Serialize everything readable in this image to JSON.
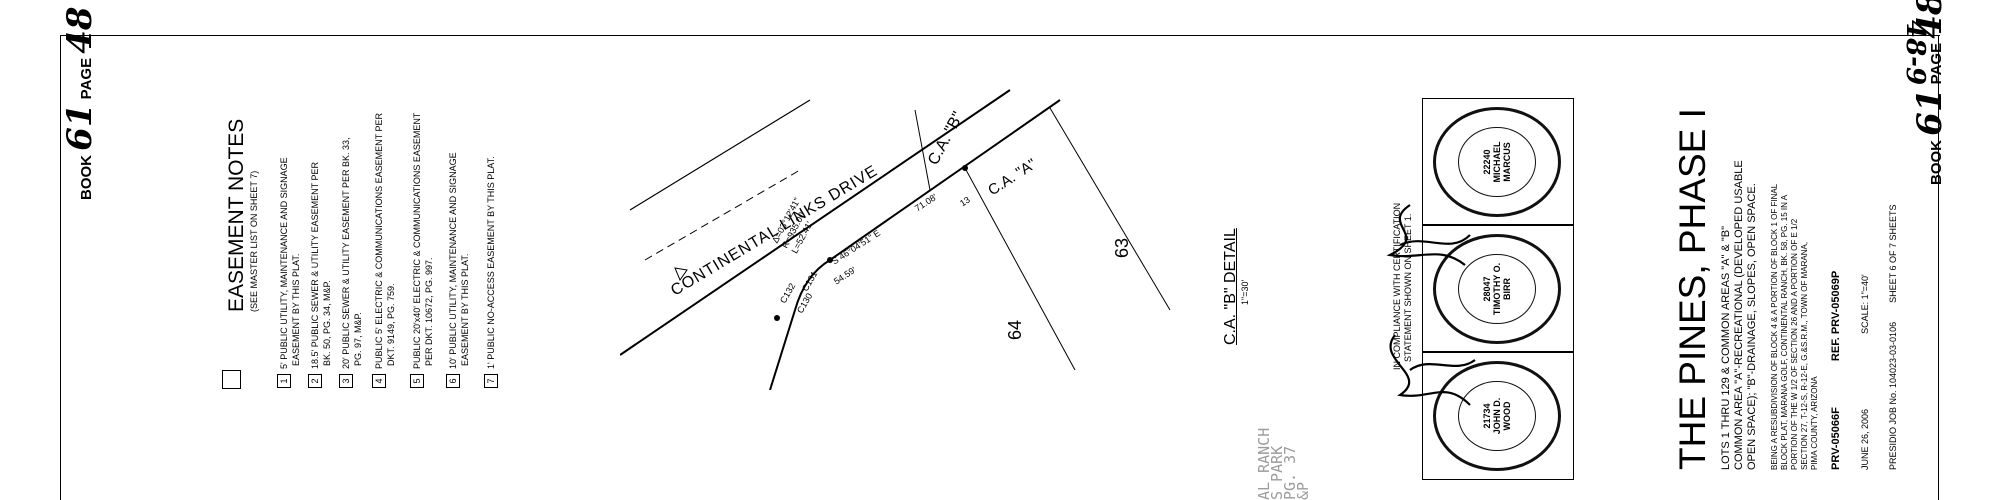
{
  "book_left": {
    "book_label": "BOOK",
    "book_no": "61",
    "page_label": "PAGE",
    "page_no": "48"
  },
  "book_right": {
    "book_label": "BOOK",
    "book_no": "61",
    "page_label": "PAGE",
    "page_no": "48"
  },
  "corner_handwriting": "48-9",
  "easement": {
    "title": "EASEMENT NOTES",
    "subtitle": "(SEE MASTER LIST ON SHEET 7)",
    "notes": [
      {
        "num": "1",
        "lines": [
          "5' PUBLIC UTILITY, MAINTENANCE AND SIGNAGE",
          "EASEMENT BY THIS PLAT."
        ]
      },
      {
        "num": "2",
        "lines": [
          "18.5' PUBLIC SEWER & UTILITY EASEMENT PER",
          "BK. 50, PG. 34, M&P."
        ]
      },
      {
        "num": "3",
        "lines": [
          "20' PUBLIC SEWER & UTILITY EASEMENT PER BK. 33,",
          "PG. 97, M&P."
        ]
      },
      {
        "num": "4",
        "lines": [
          "PUBLIC 5' ELECTRIC & COMMUNICATIONS EASEMENT PER",
          "DKT. 9149, PG. 759."
        ]
      },
      {
        "num": "5",
        "lines": [
          "PUBLIC 20'x40' ELECTRIC & COMMUNICATIONS EASEMENT",
          "PER DKT. 10672, PG. 997."
        ]
      },
      {
        "num": "6",
        "lines": [
          "10' PUBLIC UTILITY, MAINTENANCE AND SIGNAGE",
          "EASEMENT BY THIS PLAT."
        ]
      },
      {
        "num": "7",
        "lines": [
          "1' PUBLIC NO-ACCESS EASEMENT BY THIS PLAT."
        ]
      }
    ]
  },
  "drawing": {
    "street": "CONTINENTAL LINKS DRIVE",
    "curve_data": [
      "Δ=03°12'41\"",
      "R=935.00'",
      "L=52.41'"
    ],
    "bearing1": "S 46°04'51\" E",
    "dist1": "71.08'",
    "dist2": "54.59'",
    "curve_labels": [
      "C132",
      "C131",
      "C130"
    ],
    "lot_a": "64",
    "lot_b": "63",
    "ca_a": "C.A. \"A\"",
    "ca_b": "C.A. \"B\"",
    "num_13": "13"
  },
  "detail": {
    "title": "C.A. \"B\" DETAIL",
    "scale": "1\"=30'"
  },
  "compliance": [
    "IN COMPLIANCE WITH CERTIFICATION",
    "STATEMENT SHOWN ON SHEET 1."
  ],
  "seals": [
    {
      "lines": [
        "21734",
        "JOHN D.",
        "WOOD"
      ]
    },
    {
      "lines": [
        "28047",
        "TIMOTHY O.",
        "BIRR"
      ]
    },
    {
      "lines": [
        "22240",
        "MICHAEL",
        "MARCUS"
      ]
    }
  ],
  "faint_text": [
    "AL RANCH",
    "S PARK",
    "PG. 37",
    "&P"
  ],
  "title_block": {
    "title": "THE PINES, PHASE I",
    "desc": [
      "LOTS 1 THRU 129 & COMMON AREAS \"A\" & \"B\"",
      "COMMON AREA \"A\"-RECREATIONAL (DEVELOPED USABLE",
      "OPEN SPACE); \"B\"-DRAINAGE, SLOPES, OPEN SPACE."
    ],
    "legal": [
      "BEING A RESUBDIVISION OF BLOCK 4 & A PORTION OF BLOCK 1 OF FINAL",
      "BLOCK PLAT, MARANA GOLF, CONTINENTAL RANCH, BK. 58, PG. 15 IN A",
      "PORTION OF THE W 1/2 OF SECTION 26 AND A PORTION OF E 1/2",
      "SECTION 27, T-12-S, R-12-E, G.&S.R.M., TOWN OF MARANA,",
      "PIMA COUNTY, ARIZONA"
    ],
    "prv": "PRV-05066F",
    "ref": "REF. PRV-05069P",
    "date": "JUNE 26, 2006",
    "scale": "SCALE: 1\"=40'",
    "job": "PRESIDIO JOB No. 104023-03-0106",
    "sheet": "SHEET 6 OF 7 SHEETS"
  }
}
